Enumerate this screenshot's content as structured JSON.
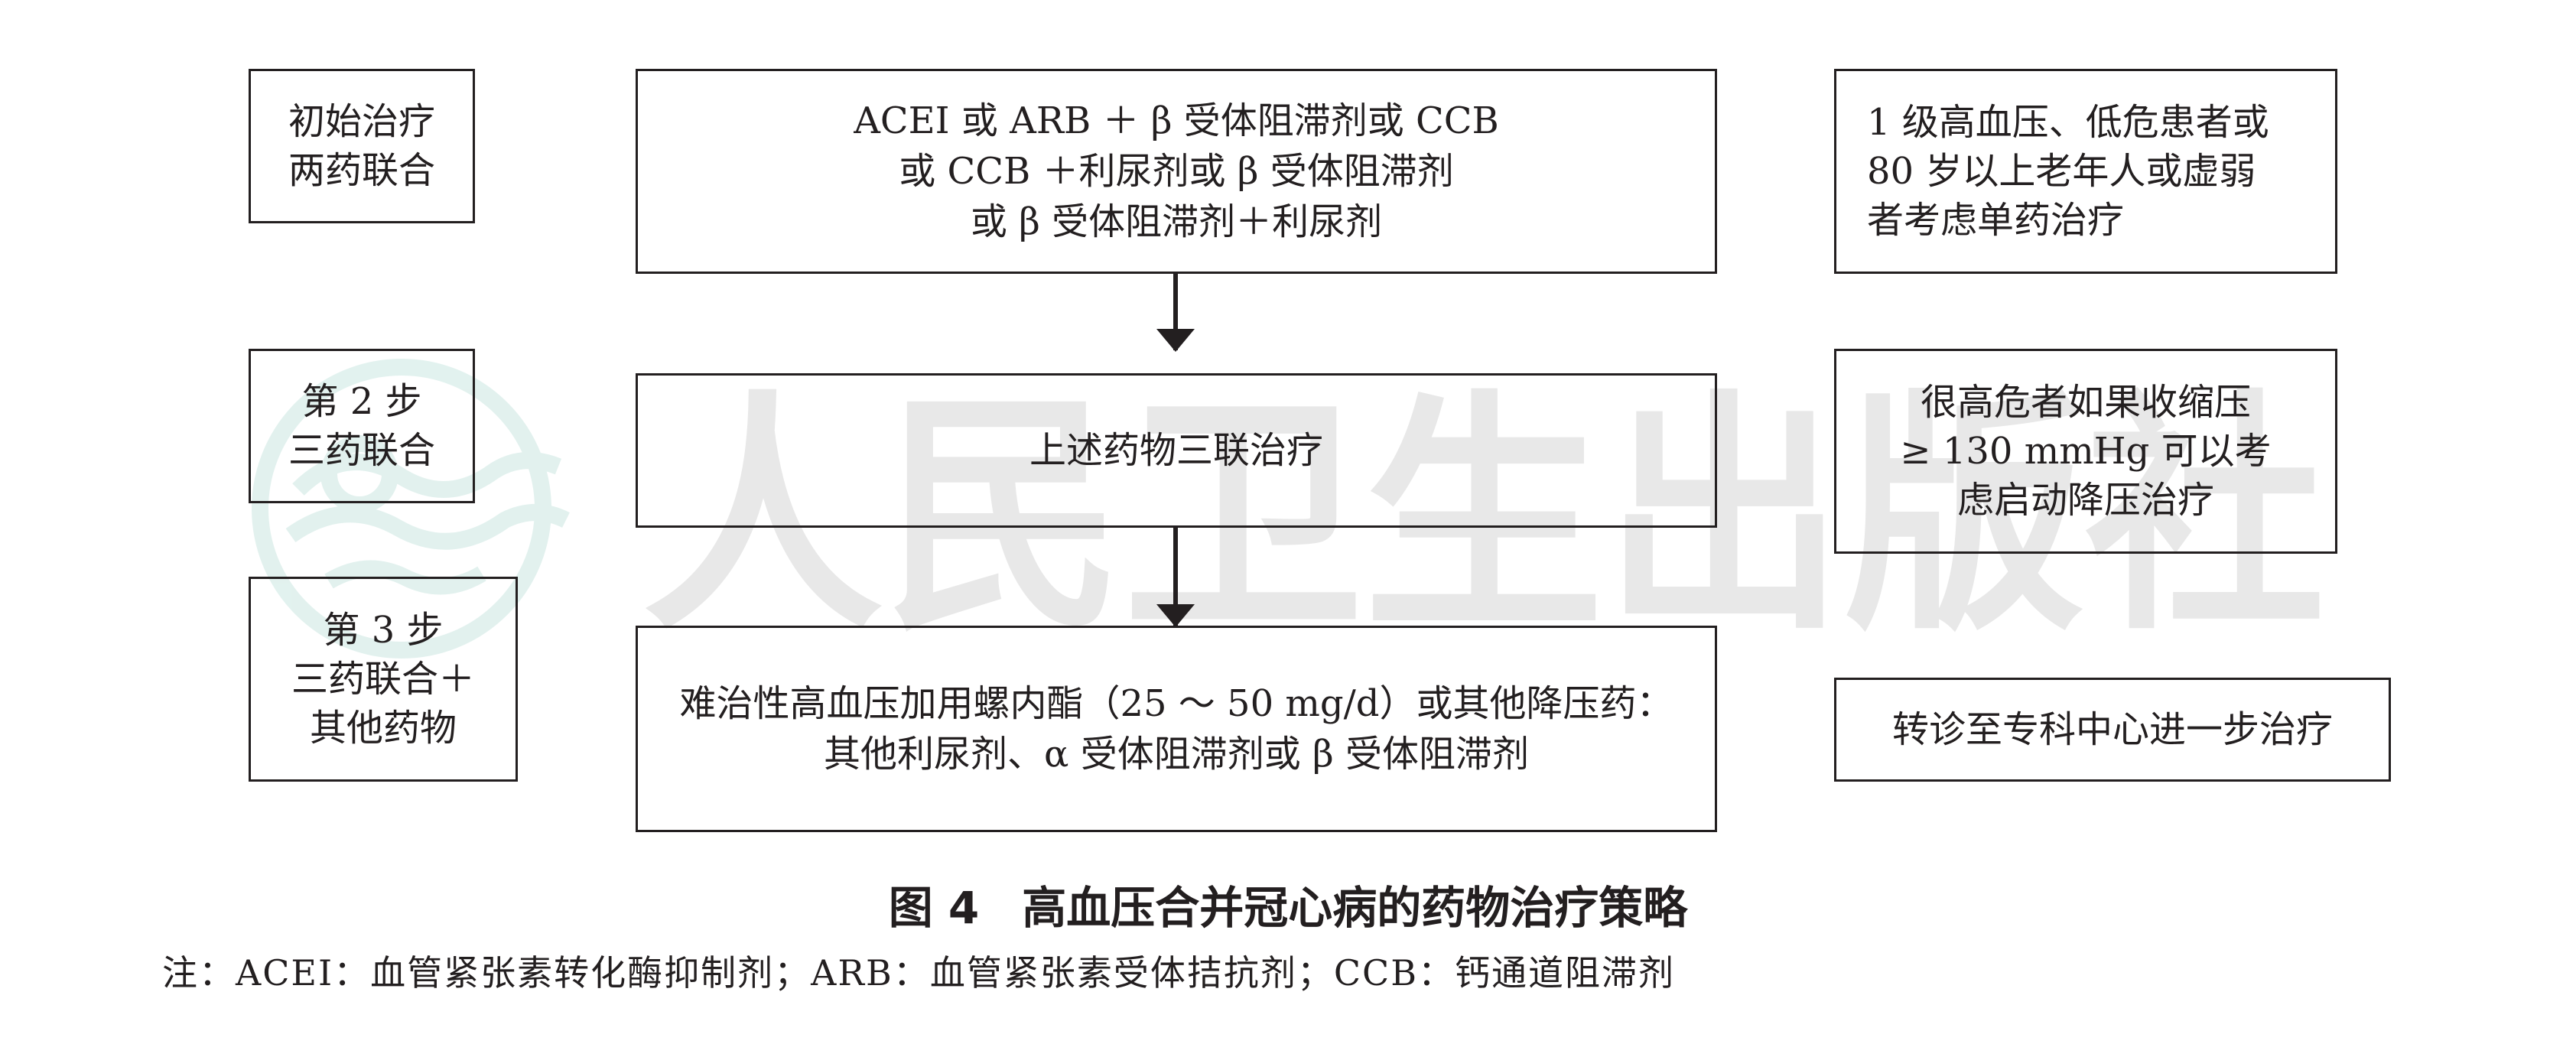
{
  "diagram": {
    "steps": [
      {
        "left": [
          "初始治疗",
          "两药联合"
        ],
        "main": [
          "ACEI 或 ARB ＋ β 受体阻滞剂或 CCB",
          "或 CCB ＋利尿剂或 β 受体阻滞剂",
          "或 β 受体阻滞剂＋利尿剂"
        ],
        "right": [
          "1 级高血压、低危患者或",
          "80 岁以上老年人或虚弱",
          "者考虑单药治疗"
        ]
      },
      {
        "left": [
          "第 2 步",
          "三药联合"
        ],
        "main": [
          "上述药物三联治疗"
        ],
        "right": [
          "很高危者如果收缩压",
          "≥ 130 mmHg 可以考",
          "虑启动降压治疗"
        ]
      },
      {
        "left": [
          "第 3 步",
          "三药联合＋",
          "其他药物"
        ],
        "main": [
          "难治性高血压加用螺内酯（25 ～ 50 mg/d）或其他降压药：",
          "其他利尿剂、α 受体阻滞剂或 β 受体阻滞剂"
        ],
        "right": [
          "转诊至专科中心进一步治疗"
        ]
      }
    ]
  },
  "caption": {
    "label": "图 4",
    "title": "高血压合并冠心病的药物治疗策略"
  },
  "note": "注：ACEI：血管紧张素转化酶抑制剂；ARB：血管紧张素受体拮抗剂；CCB：钙通道阻滞剂",
  "watermark": {
    "text": "人民卫生出版社"
  },
  "colors": {
    "line": "#231f20",
    "watermark": "#d6d6d6",
    "watermark_logo": "#cfe9e4"
  }
}
